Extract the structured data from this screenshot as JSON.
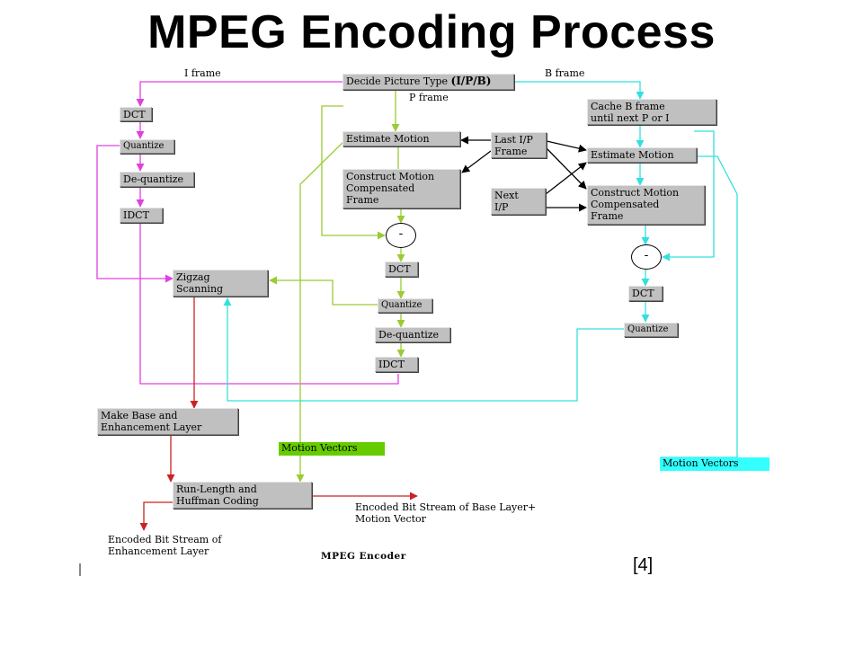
{
  "title": "MPEG Encoding Process",
  "reference": "[4]",
  "colors": {
    "i_frame_path": "#e040e0",
    "p_frame_path": "#99cc33",
    "b_frame_path": "#33e0e0",
    "output_path": "#cc2222",
    "control_path": "#000000",
    "box_fill": "#c0c0c0",
    "p_motion_vectors_fill": "#66cc00",
    "b_motion_vectors_fill": "#33ffff"
  },
  "diagram": {
    "caption": "MPEG Encoder",
    "decide_picture_type": "Decide Picture Type",
    "decide_picture_type_options": "(I/P/B)",
    "edge_labels": {
      "i_frame": "I frame",
      "p_frame": "P frame",
      "b_frame": "B frame"
    },
    "i_path": {
      "dct": "DCT",
      "quantize": "Quantize",
      "dequantize": "De-quantize",
      "idct": "IDCT"
    },
    "p_path": {
      "estimate_motion": "Estimate Motion",
      "construct_motion": "Construct Motion\nCompensated\nFrame",
      "subtract": "-",
      "dct": "DCT",
      "quantize": "Quantize",
      "dequantize": "De-quantize",
      "idct": "IDCT",
      "motion_vectors": "Motion Vectors"
    },
    "references": {
      "last_ip_frame": "Last I/P\nFrame",
      "next_ip": "Next\nI/P"
    },
    "b_path": {
      "cache": "Cache B frame\nuntil next P or I",
      "estimate_motion": "Estimate Motion",
      "construct_motion": "Construct Motion\nCompensated\nFrame",
      "subtract": "-",
      "dct": "DCT",
      "quantize": "Quantize",
      "motion_vectors": "Motion Vectors"
    },
    "output": {
      "zigzag": "Zigzag\nScanning",
      "make_layers": "Make Base and\nEnhancement Layer",
      "rle_huffman": "Run-Length and\nHuffman Coding",
      "base_stream": "Encoded Bit Stream of Base Layer+\nMotion Vector",
      "enh_stream": "Encoded Bit Stream of\nEnhancement Layer"
    }
  }
}
